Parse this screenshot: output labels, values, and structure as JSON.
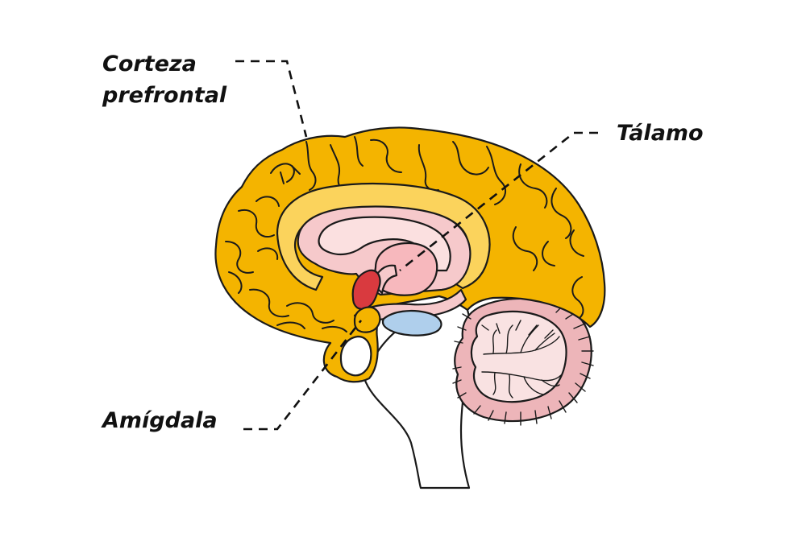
{
  "labels": {
    "prefrontal_line1": "Corteza",
    "prefrontal_line2": "prefrontal",
    "thalamus": "Tálamo",
    "amygdala": "Amígdala"
  },
  "colors": {
    "cortex": "#F4B400",
    "corpus_callosum": "#FBD35C",
    "limbic_pink": "#F6C9CB",
    "inner_pink": "#FBE0E0",
    "thalamus": "#F7B8BD",
    "amygdala_red": "#D93A3F",
    "hypothalamus_blue": "#AFCFEC",
    "cerebellum": "#EDB5B9",
    "cerebellum_inner": "#F9E2E2",
    "brainstem": "#FFFFFF",
    "outline": "#1A1A1A"
  }
}
